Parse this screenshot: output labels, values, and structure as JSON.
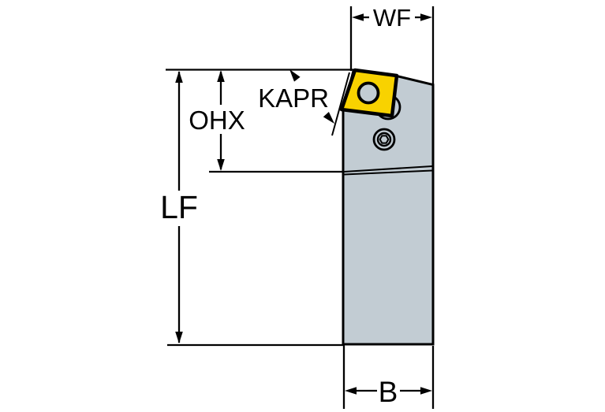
{
  "drawing": {
    "labels": {
      "wf": "WF",
      "kapr": "KAPR",
      "ohx": "OHX",
      "lf": "LF",
      "b": "B"
    },
    "colors": {
      "background": "#ffffff",
      "body_gray": "#c2ccd3",
      "insert_yellow": "#f8d200",
      "outline_black": "#000000"
    }
  }
}
